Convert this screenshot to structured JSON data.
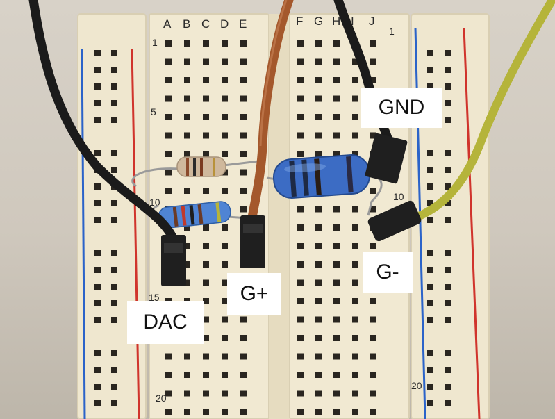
{
  "labels": {
    "gnd": "GND",
    "dac": "DAC",
    "g_plus": "G+",
    "g_minus": "G-"
  },
  "board": {
    "columns_left": [
      "A",
      "B",
      "C",
      "D",
      "E"
    ],
    "columns_right": [
      "F",
      "G",
      "H",
      "I",
      "J"
    ],
    "row_numbers": [
      "1",
      "5",
      "10",
      "15",
      "20"
    ]
  },
  "colors": {
    "board": "#efe7cf",
    "rail_red": "#d0342c",
    "rail_blue": "#2b63c9",
    "wire_black": "#1b1b1b",
    "wire_brown": "#a4582c",
    "wire_yellow": "#b5b43a",
    "resistor_blue": "#3c6cc4",
    "resistor_tan": "#cfb89c"
  }
}
